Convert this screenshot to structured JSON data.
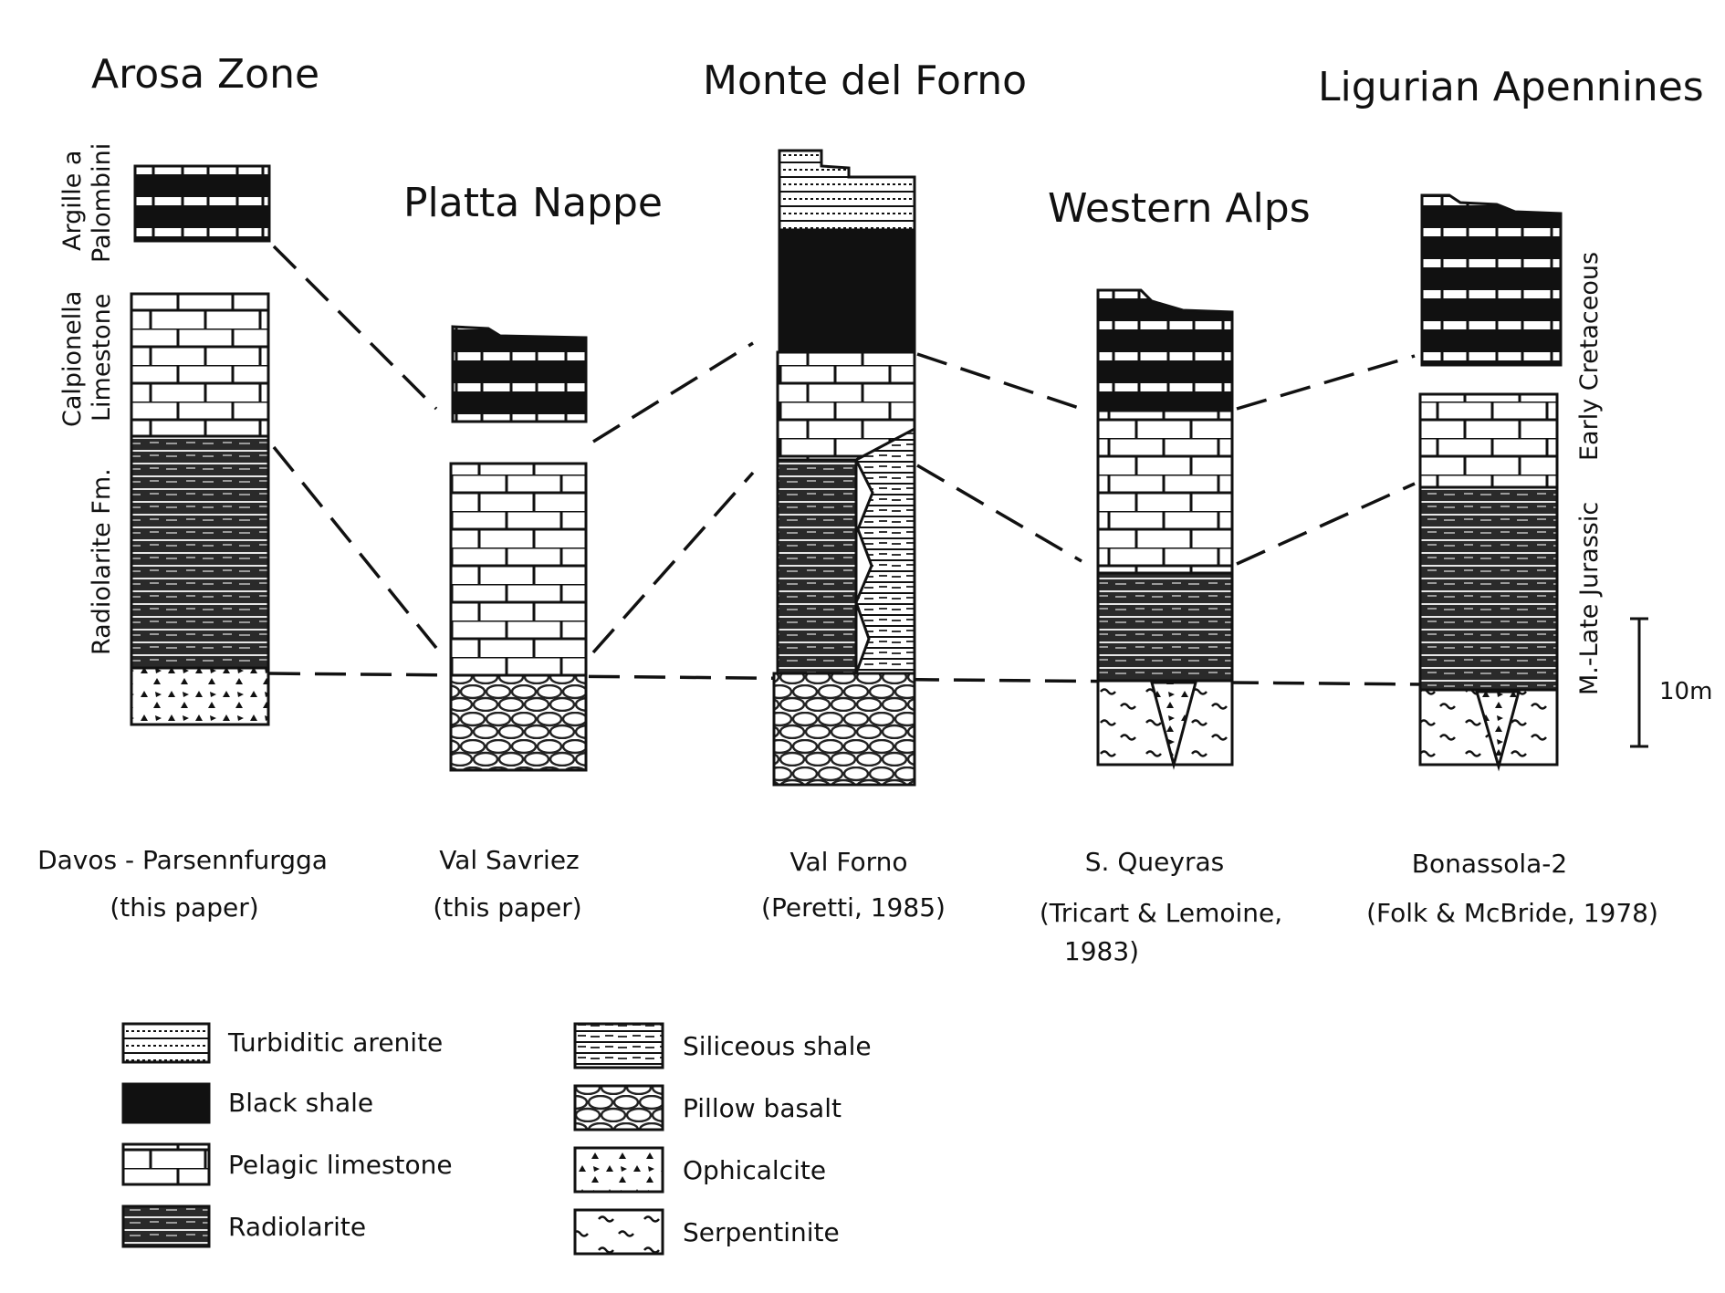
{
  "regions": {
    "arosa": "Arosa Zone",
    "platta": "Platta Nappe",
    "forno": "Monte del Forno",
    "western": "Western Alps",
    "ligurian": "Ligurian Apennines"
  },
  "columns": [
    {
      "name": "Davos - Parsennfurgga",
      "source": "(this paper)"
    },
    {
      "name": "Val Savriez",
      "source": "(this paper)"
    },
    {
      "name": "Val Forno",
      "source": "(Peretti, 1985)"
    },
    {
      "name": "S. Queyras",
      "source": "(Tricart & Lemoine,",
      "source2": "1983)"
    },
    {
      "name": "Bonassola-2",
      "source": "(Folk & McBride, 1978)"
    }
  ],
  "units_left": {
    "argille_1": "Argille a",
    "argille_2": "Palombini",
    "calp_1": "Calpionella",
    "calp_2": "Limestone",
    "radio": "Radiolarite Fm."
  },
  "ages_right": {
    "cretaceous": "Early Cretaceous",
    "jurassic": "M.-Late Jurassic"
  },
  "scale_label": "10m",
  "legend": [
    {
      "pattern": "turbiditic",
      "label": "Turbiditic arenite"
    },
    {
      "pattern": "blackshale",
      "label": "Black shale"
    },
    {
      "pattern": "limestone",
      "label": "Pelagic limestone"
    },
    {
      "pattern": "radiolarite",
      "label": "Radiolarite"
    },
    {
      "pattern": "siliceous",
      "label": "Siliceous shale"
    },
    {
      "pattern": "pillow",
      "label": "Pillow basalt"
    },
    {
      "pattern": "ophicalcite",
      "label": "Ophicalcite"
    },
    {
      "pattern": "serpentinite",
      "label": "Serpentinite"
    }
  ]
}
